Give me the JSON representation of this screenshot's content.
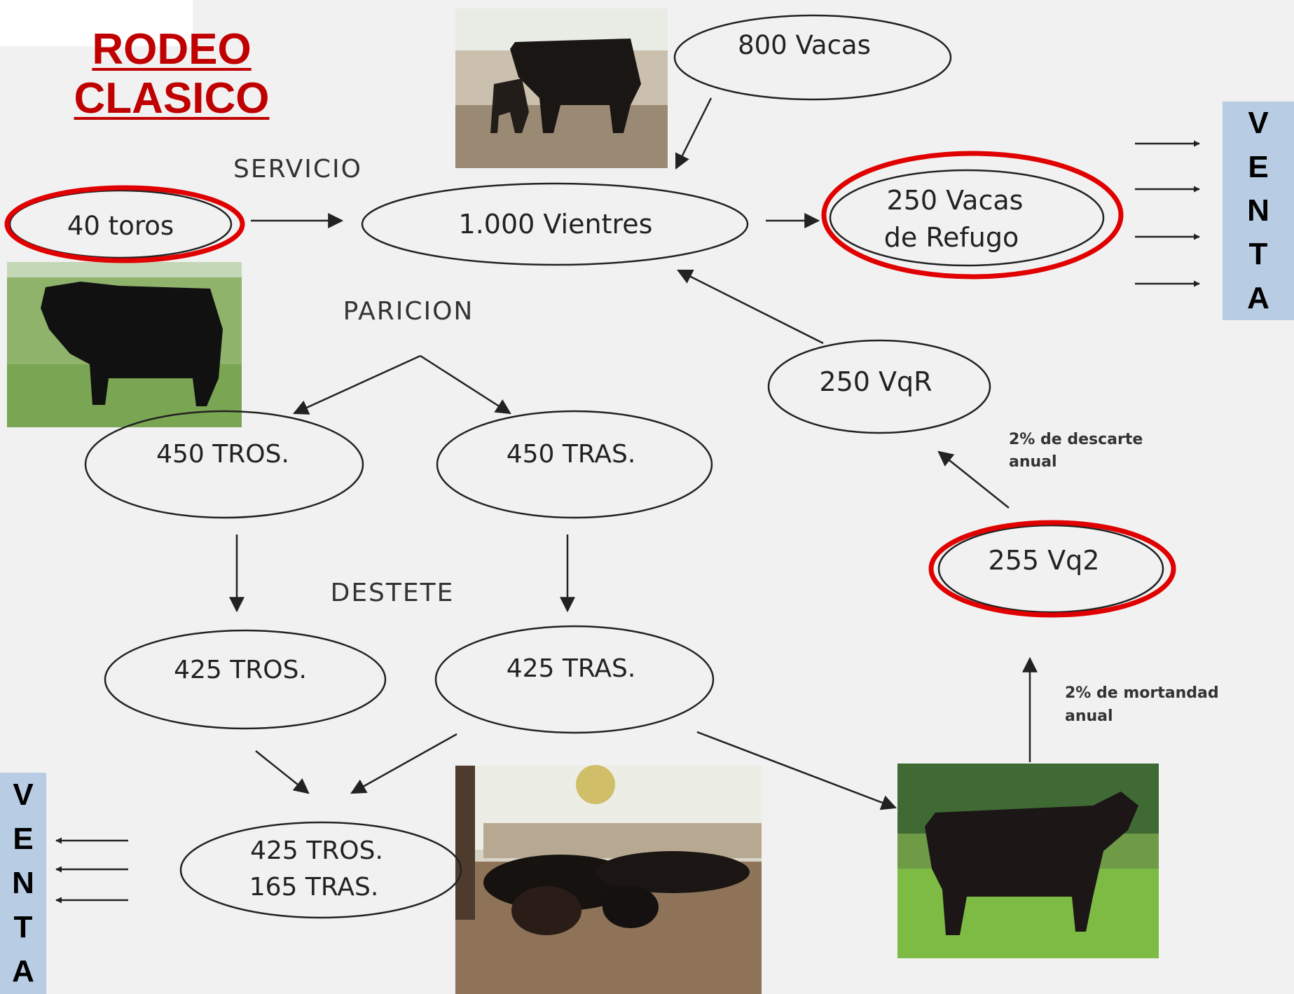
{
  "title": {
    "line1": "RODEO",
    "line2": "CLASICO"
  },
  "venta_right": [
    "V",
    "E",
    "N",
    "T",
    "A"
  ],
  "venta_left": [
    "V",
    "E",
    "N",
    "T",
    "A"
  ],
  "stages": {
    "servicio": "SERVICIO",
    "paricion": "PARICION",
    "destete": "DESTETE"
  },
  "nodes": {
    "vacas_800": "800 Vacas",
    "toros_40": "40 toros",
    "vientres": "1.000 Vientres",
    "refugo_line1": "250 Vacas",
    "refugo_line2": "de Refugo",
    "vqr": "250 VqR",
    "vq2": "255 Vq2",
    "tros_450": "450 TROS.",
    "tras_450": "450 TRAS.",
    "tros_425": "425 TROS.",
    "tras_425": "425 TRAS.",
    "venta_line1": "425 TROS.",
    "venta_line2": "165 TRAS."
  },
  "notes": {
    "descarte_line1": "2% de descarte",
    "descarte_line2": "anual",
    "mortandad_line1": "2% de mortandad",
    "mortandad_line2": "anual"
  },
  "colors": {
    "title": "#c00000",
    "highlight_ring": "#e00000",
    "venta_box": "#b8cce4",
    "background": "#f1f1f1"
  }
}
